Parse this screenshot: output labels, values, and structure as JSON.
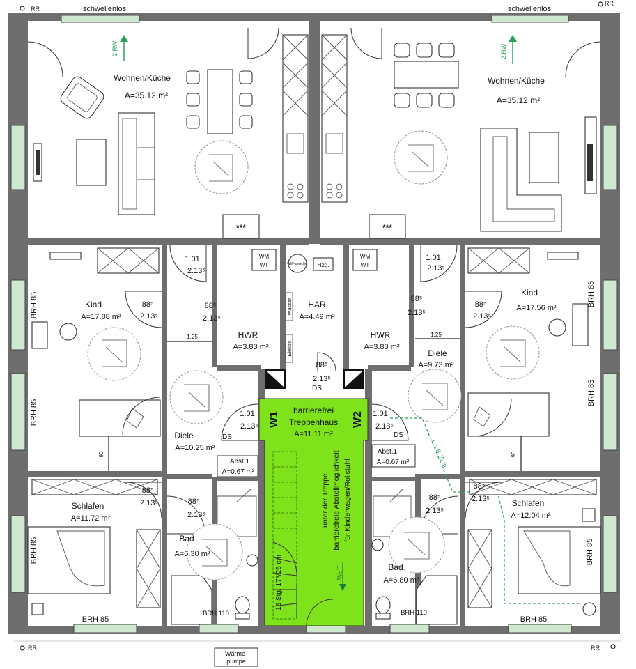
{
  "plan": {
    "corner_marks": [
      "RR",
      "RR",
      "RR",
      "RR"
    ],
    "threshold_left": "schwellenlos",
    "threshold_right": "schwellenlos",
    "heatpump": [
      "Wärme-",
      "pumpe"
    ],
    "stairwell": {
      "line1": "barrierefrei",
      "line2": "Treppenhaus",
      "area": "A=11.11 m²",
      "note1": "unter der Treppe",
      "note2": "barrierefreie Abstellmöglichkeit",
      "note3": "für Kinderwagen/Rollstuhl",
      "stairs": "16 Stg. 17⁹/26 cm",
      "direction": "1.RW",
      "w1": "W1",
      "w2": "W2"
    },
    "center": {
      "har_name": "HAR",
      "har_area": "A=4.49 m²",
      "ww_label": "WW-speicher",
      "hzg_label": "Hzg.",
      "wasser": "Wasser",
      "elektro": "Elektro",
      "door_w": "88⁵",
      "door_h": "2.13⁵",
      "ds": "DS"
    },
    "left": {
      "escape": "2.RW",
      "wohnen_name": "Wohnen/Küche",
      "wohnen_area": "A=35.12 m²",
      "stars": "***",
      "kind_name": "Kind",
      "kind_area": "A=17.88 m²",
      "hwr_name": "HWR",
      "hwr_area": "A=3.83 m²",
      "wmwt": [
        "WM",
        "WT"
      ],
      "diele_name": "Diele",
      "diele_area": "A=10.25 m²",
      "abst_name": "Abst.1",
      "abst_area": "A=0.67 m²",
      "schlafen_name": "Schlafen",
      "schlafen_area": "A=11.72 m²",
      "bad_name": "Bad",
      "bad_area": "A=6.30 m²",
      "brh85": "BRH 85",
      "brh110": "BRH 110",
      "dim125": "1.25",
      "dim90": "90",
      "door101": "1.01",
      "door885": "88⁵",
      "door_h": "2.13⁵",
      "ds": "DS"
    },
    "right": {
      "escape": "2.RW",
      "wohnen_name": "Wohnen/Küche",
      "wohnen_area": "A=35.12 m²",
      "stars": "***",
      "kind_name": "Kind",
      "kind_area": "A=17.56 m²",
      "hwr_name": "HWR",
      "hwr_area": "A=3.83 m²",
      "wmwt": [
        "WM",
        "WT"
      ],
      "diele_name": "Diele",
      "diele_area": "A=9.73 m²",
      "abst_name": "Abst.1",
      "abst_area": "A=0.67 m²",
      "schlafen_name": "Schlafen",
      "schlafen_area": "A=12.04 m²",
      "bad_name": "Bad",
      "bad_area": "A=6.80 m²",
      "brh85": "BRH 85",
      "brh110": "BRH 110",
      "dim125": "1.25",
      "dim90": "90",
      "dist": "L = 8.75 m",
      "door101": "1.01",
      "door885": "88⁵",
      "door_h": "2.13⁵",
      "ds": "DS"
    },
    "colors": {
      "wall": "#6e6e6e",
      "stair_green": "#7ee31a",
      "escape_green": "#2aa15a",
      "window_green": "#cfe9d0"
    }
  }
}
